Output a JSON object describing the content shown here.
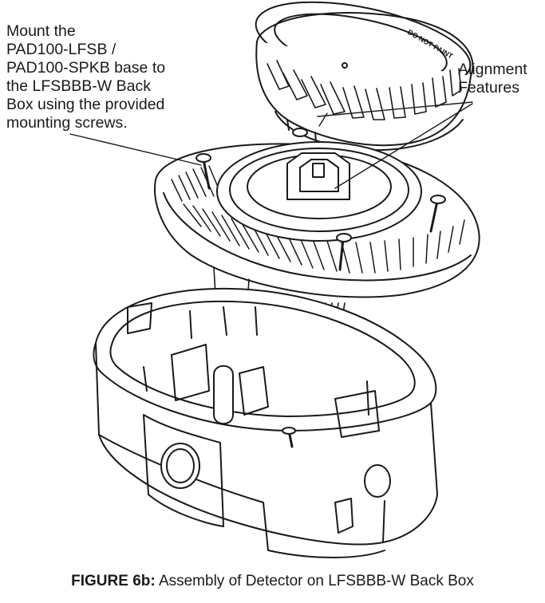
{
  "instruction": {
    "text": "Mount the\nPAD100-LFSB /\nPAD100-SPKB base to\nthe LFSBBB-W Back\nBox using the provided\nmounting screws."
  },
  "callouts": {
    "alignment": "Alignment\nFeatures"
  },
  "detector_marking": "DO NOT PAINT",
  "caption": {
    "label": "FIGURE 6b:",
    "text": "Assembly of Detector on LFSBBB-W Back Box"
  }
}
